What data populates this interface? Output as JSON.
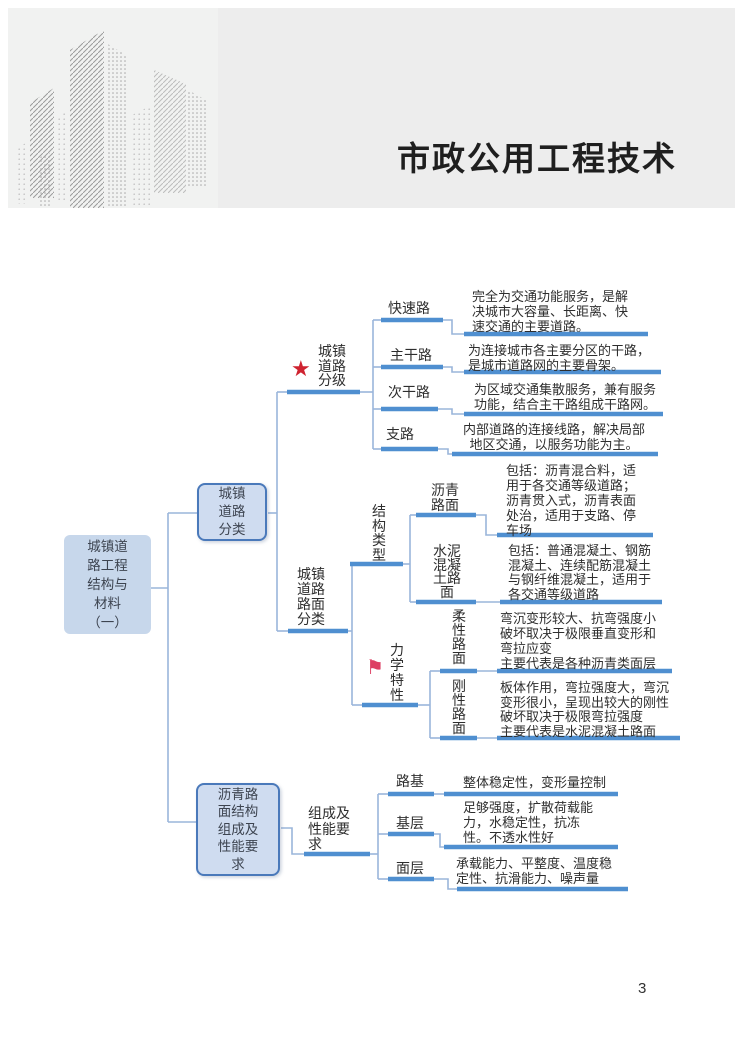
{
  "header": {
    "title": "市政公用工程技术"
  },
  "footer": {
    "page_number": "3"
  },
  "icons": {
    "star": "★",
    "flag": "⚑",
    "building_illustration": "city-buildings"
  },
  "colors": {
    "thick_underline": "#4f8fd0",
    "thin_line": "#9ab5da",
    "box_border": "#4a79ba",
    "box_fill": "#cfdcf0",
    "root_fill": "#c7d7eb",
    "star_red": "#cf2330",
    "flag_red": "#dd3f63"
  },
  "mindmap": {
    "root": {
      "label": "城镇道\n路工程\n结构与\n材料\n（一）"
    },
    "road_class_box": {
      "label": "城镇\n道路\n分类"
    },
    "road_grading": {
      "label": "城镇\n道路\n分级",
      "children": [
        {
          "label": "快速路",
          "desc": "完全为交通功能服务，是解\n决城市大容量、长距离、快\n速交通的主要道路。"
        },
        {
          "label": "主干路",
          "desc": "为连接城市各主要分区的干路，\n是城市道路网的主要骨架。"
        },
        {
          "label": "次干路",
          "desc": "为区域交通集散服务，兼有服务\n功能，结合主干路组成干路网。"
        },
        {
          "label": "支路",
          "desc": "内部道路的连接线路，解决局部\n地区交通，以服务功能为主。"
        }
      ]
    },
    "pavement_class": {
      "label": "城镇\n道路\n路面\n分类",
      "structure_type": {
        "label": "结\n构\n类\n型",
        "children": [
          {
            "label": "沥青\n路面",
            "desc": "包括：沥青混合料，适\n用于各交通等级道路；\n沥青贯入式，沥青表面\n处治，适用于支路、停\n车场"
          },
          {
            "label": "水泥\n混凝\n土路\n面",
            "desc": "包括：普通混凝土、钢筋\n混凝土、连续配筋混凝土\n与钢纤维混凝土，适用于\n各交通等级道路"
          }
        ]
      },
      "mechanics": {
        "label": "力\n学\n特\n性",
        "children": [
          {
            "label": "柔\n性\n路\n面",
            "desc": "弯沉变形较大、抗弯强度小\n破坏取决于极限垂直变形和\n弯拉应变\n主要代表是各种沥青类面层"
          },
          {
            "label": "刚\n性\n路\n面",
            "desc": "板体作用，弯拉强度大，弯沉\n变形很小，呈现出较大的刚性\n破坏取决于极限弯拉强度\n主要代表是水泥混凝土路面"
          }
        ]
      }
    },
    "asphalt_box": {
      "label": "沥青路\n面结构\n组成及\n性能要\n求"
    },
    "composition": {
      "label": "组成及\n性能要\n求",
      "children": [
        {
          "label": "路基",
          "desc": "整体稳定性，变形量控制"
        },
        {
          "label": "基层",
          "desc": "足够强度，扩散荷载能\n力，水稳定性，抗冻\n性。不透水性好"
        },
        {
          "label": "面层",
          "desc": "承载能力、平整度、温度稳\n定性、抗滑能力、噪声量"
        }
      ]
    }
  }
}
